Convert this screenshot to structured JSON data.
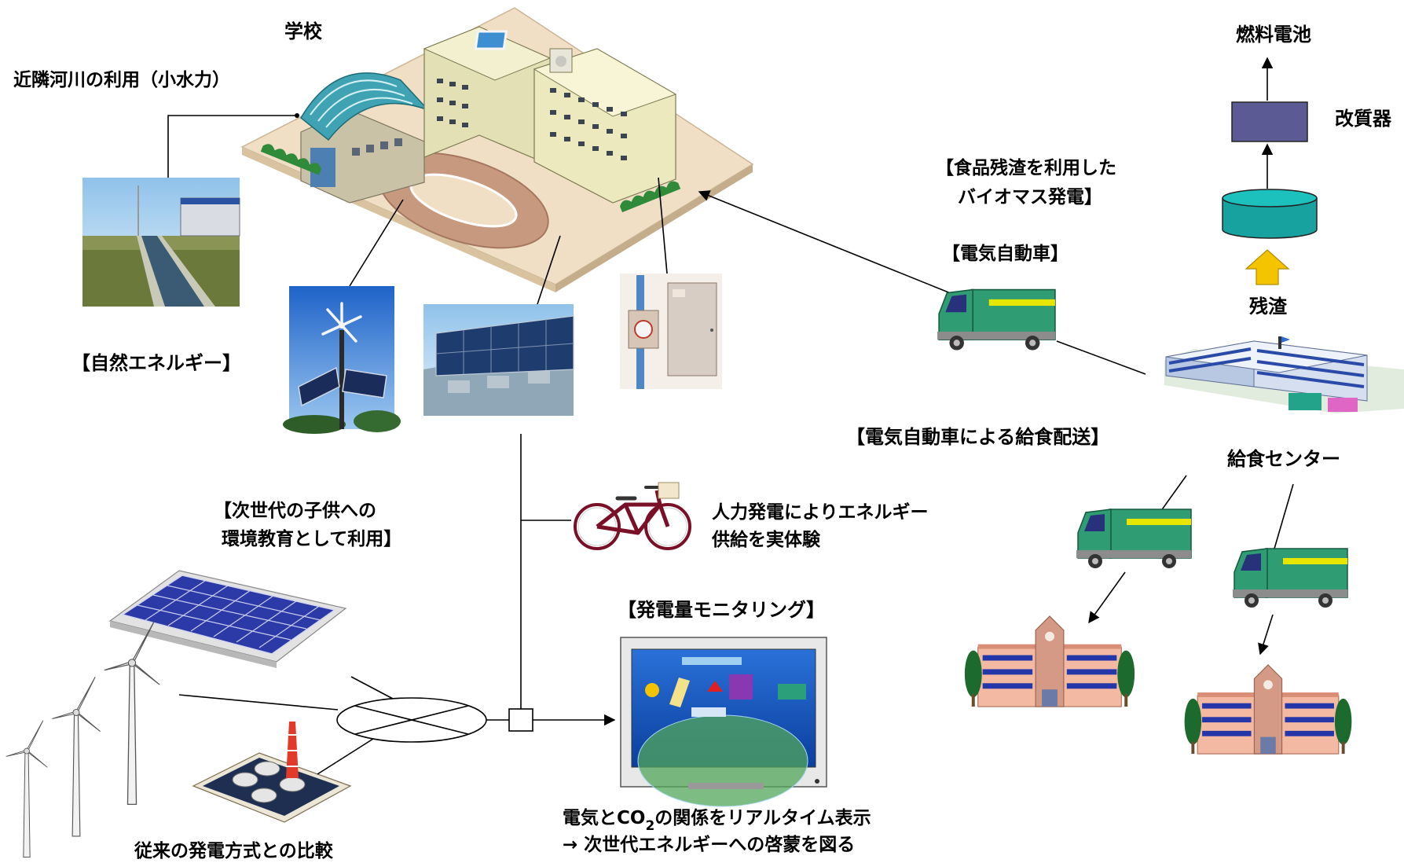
{
  "school": {
    "label": "学校"
  },
  "natural_energy": {
    "river_label": "近隣河川の利用（小水力）",
    "heading": "【自然エネルギー】"
  },
  "education": {
    "line1": "【次世代の子供への",
    "line2": "環境教育として利用】",
    "comparison": "従来の発電方式との比較"
  },
  "human_power": {
    "line1": "人力発電によりエネルギー",
    "line2": "供給を実体験"
  },
  "monitoring": {
    "heading": "【発電量モニタリング】",
    "caption1_a": "電気とCO",
    "caption1_sub": "2",
    "caption1_b": "の関係をリアルタイム表示",
    "caption2": "→ 次世代エネルギーへの啓蒙を図る"
  },
  "biomass": {
    "line1": "【食品残渣を利用した",
    "line2": "バイオマス発電】",
    "fuel_cell": "燃料電池",
    "reformer": "改質器",
    "residue": "残渣"
  },
  "delivery": {
    "ev_label": "【電気自動車】",
    "delivery_label": "【電気自動車による給食配送】",
    "center_label": "給食センター"
  },
  "colors": {
    "truck_body": "#2f9c73",
    "truck_stripe": "#e6e600",
    "reformer_box": "#5c5a94",
    "cylinder": "#17a2a0",
    "residue_arrow": "#f5c400",
    "monitor_screen": "#1e5fc8"
  },
  "icons": [
    "school-building",
    "river-photo",
    "wind-solar-light",
    "solar-array",
    "hydro-device",
    "bicycle",
    "solar-panel",
    "wind-turbine",
    "power-plant",
    "monitor",
    "delivery-truck",
    "lunch-center",
    "school",
    "fuel-cell",
    "reformer",
    "residue-tank"
  ]
}
